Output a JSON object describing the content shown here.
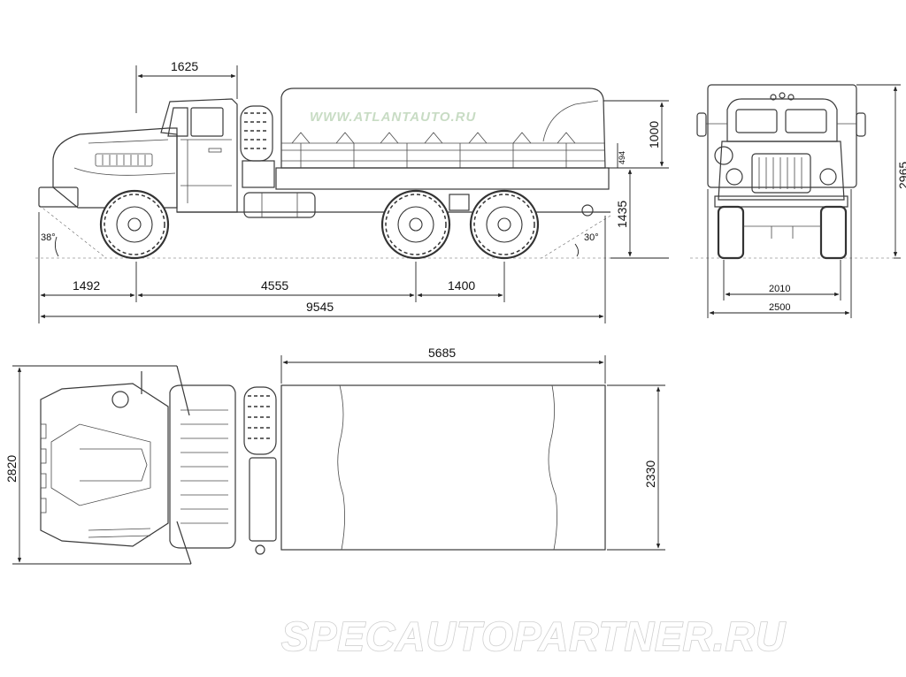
{
  "watermark_top": "WWW.ATLANTAUTO.RU",
  "watermark_bottom": "SPECAUTOPARTNER.RU",
  "side_view": {
    "dims": {
      "cab_length": "1625",
      "front_overhang": "1492",
      "wheelbase": "4555",
      "bogie_base": "1400",
      "overall_length": "9545",
      "platform_height": "1435",
      "tarp_height": "1000",
      "side_board": "494",
      "approach_angle": "38°",
      "departure_angle": "30°"
    }
  },
  "front_view": {
    "dims": {
      "overall_height": "2965",
      "track": "2010",
      "overall_width": "2500"
    }
  },
  "top_view": {
    "dims": {
      "platform_length": "5685",
      "platform_width": "2330",
      "overall_width": "2820"
    }
  }
}
